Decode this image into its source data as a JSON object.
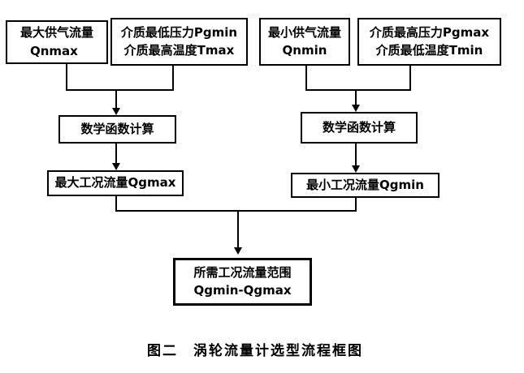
{
  "diagram": {
    "background_color": "#ffffff",
    "line_color": "#000000",
    "caption": "图二　涡轮流量计选型流程框图",
    "nodes": {
      "qnmax": {
        "line1": "最大供气流量",
        "line2": "Qnmax"
      },
      "pgmin_tmax": {
        "line1": "介质最低压力Pgmin",
        "line2": "介质最高温度Tmax"
      },
      "qnmin": {
        "line1": "最小供气流量",
        "line2": "Qnmin"
      },
      "pgmax_tmin": {
        "line1": "介质最高压力Pgmax",
        "line2": "介质最低温度Tmin"
      },
      "math_left": {
        "label": "数学函数计算"
      },
      "math_right": {
        "label": "数学函数计算"
      },
      "qgmax": {
        "label": "最大工况流量Qgmax"
      },
      "qgmin": {
        "label": "最小工况流量Qgmin"
      },
      "result": {
        "line1": "所需工况流量范围",
        "line2": "Qgmin-Qgmax"
      }
    }
  }
}
